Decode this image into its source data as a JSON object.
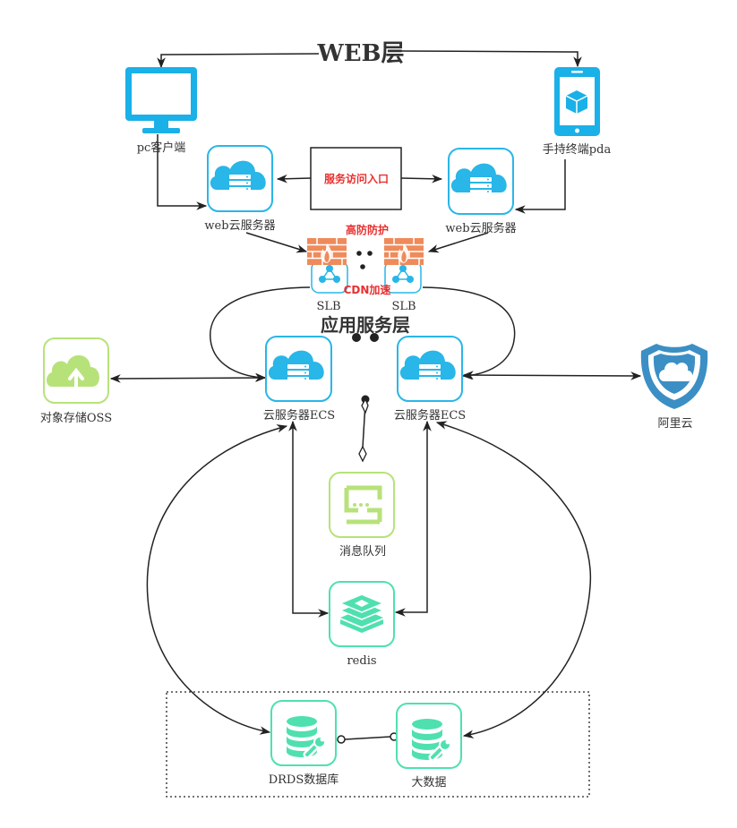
{
  "layers": {
    "web": "WEB层",
    "app": "应用服务层"
  },
  "nodes": {
    "pc": "pc客户端",
    "pda": "手持终端pda",
    "entry": "服务访问入口",
    "web_server_left": "web云服务器",
    "web_server_right": "web云服务器",
    "ddos": "高防防护",
    "cdn": "CDN加速",
    "slb_left": "SLB",
    "slb_right": "SLB",
    "ecs_left": "云服务器ECS",
    "ecs_right": "云服务器ECS",
    "oss": "对象存储OSS",
    "aliyun": "阿里云",
    "mq": "消息队列",
    "redis": "redis",
    "drds": "DRDS数据库",
    "bigdata": "大数据"
  },
  "colors": {
    "blue": "#29b6e8",
    "green_light": "#b7e27a",
    "teal": "#4fe0b0",
    "shield": "#3b8fc4",
    "firewall": "#ef8a5a",
    "red_text": "#e8302f"
  }
}
